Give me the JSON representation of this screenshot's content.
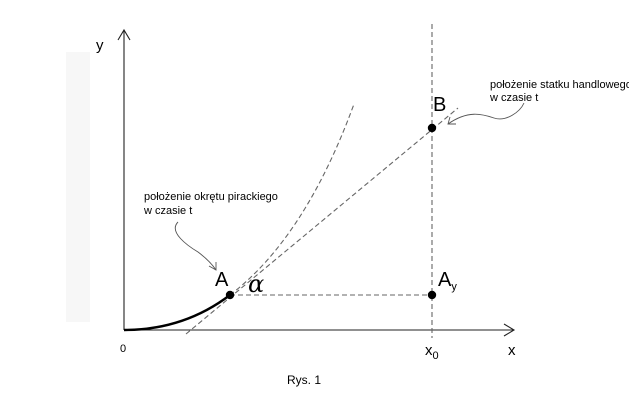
{
  "axes": {
    "x_label": "x",
    "y_label": "y",
    "origin_label": "0",
    "x0_label": "x",
    "x0_subscript": "0"
  },
  "points": {
    "A": "A",
    "B": "B",
    "Ay": "A",
    "Ay_subscript": "y"
  },
  "angle_label": "α",
  "annotations": {
    "pirate_line1": "położenie okrętu pirackiego",
    "pirate_line2": "w czasie t",
    "merchant_line1": "położenie statku handlowego",
    "merchant_line2": "w czasie t"
  },
  "caption": "Rys. 1"
}
